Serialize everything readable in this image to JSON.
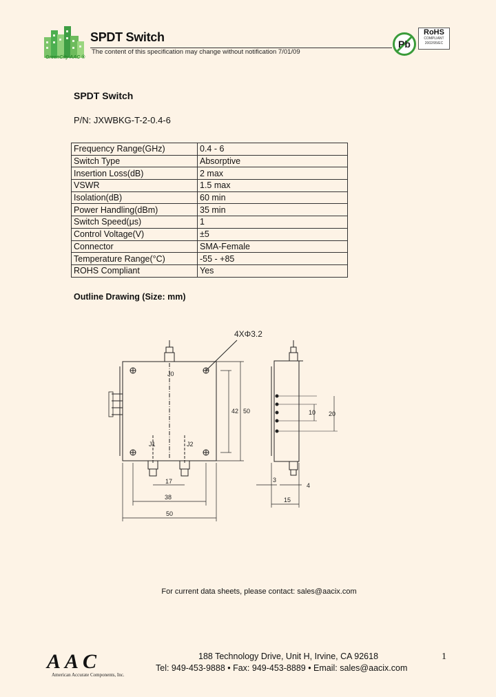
{
  "header": {
    "title": "SPDT Switch",
    "note": "The content of this specification may change without notification 7/01/09",
    "logo_text": "GreenCity AAC ®",
    "pb_label": "Pb",
    "rohs_title": "RoHS",
    "rohs_sub": "COMPLIANT",
    "rohs_directive": "2002/95/EC"
  },
  "doc": {
    "title": "SPDT Switch",
    "part_number": "P/N: JXWBKG-T-2-0.4-6"
  },
  "specs": [
    {
      "param": "Frequency Range(GHz)",
      "value": "0.4 - 6"
    },
    {
      "param": "Switch Type",
      "value": "Absorptive"
    },
    {
      "param": "Insertion Loss(dB)",
      "value": "2 max"
    },
    {
      "param": "VSWR",
      "value": "1.5 max"
    },
    {
      "param": "Isolation(dB)",
      "value": "60 min"
    },
    {
      "param": "Power Handling(dBm)",
      "value": "35 min"
    },
    {
      "param": "Switch Speed(μs)",
      "value": "1"
    },
    {
      "param": "Control Voltage(V)",
      "value": "±5"
    },
    {
      "param": "Connector",
      "value": "SMA-Female"
    },
    {
      "param": "Temperature Range(°C)",
      "value": "-55 - +85"
    },
    {
      "param": "ROHS Compliant",
      "value": "Yes"
    }
  ],
  "outline": {
    "title": "Outline Drawing (Size: mm)",
    "labels": {
      "holes": "4XΦ3.2",
      "port_j0": "J0",
      "port_j1": "J1",
      "port_j2": "J2",
      "dim_42": "42",
      "dim_50_side": "50",
      "dim_17": "17",
      "dim_38": "38",
      "dim_50_bottom": "50",
      "dim_10": "10",
      "dim_20": "20",
      "dim_3": "3",
      "dim_4": "4",
      "dim_15": "15"
    }
  },
  "footer": {
    "contact": "For current data sheets, please contact: sales@aacix.com",
    "logo": "AAC",
    "company": "American Accurate Components, Inc.",
    "address": "188 Technology Drive, Unit H, Irvine, CA 92618",
    "contacts": "Tel: 949-453-9888 • Fax: 949-453-8889 • Email: sales@aacix.com",
    "page": "1"
  },
  "colors": {
    "background": "#fdf3e6",
    "logo_green": "#4caf50",
    "pb_green": "#3a9b3a"
  }
}
